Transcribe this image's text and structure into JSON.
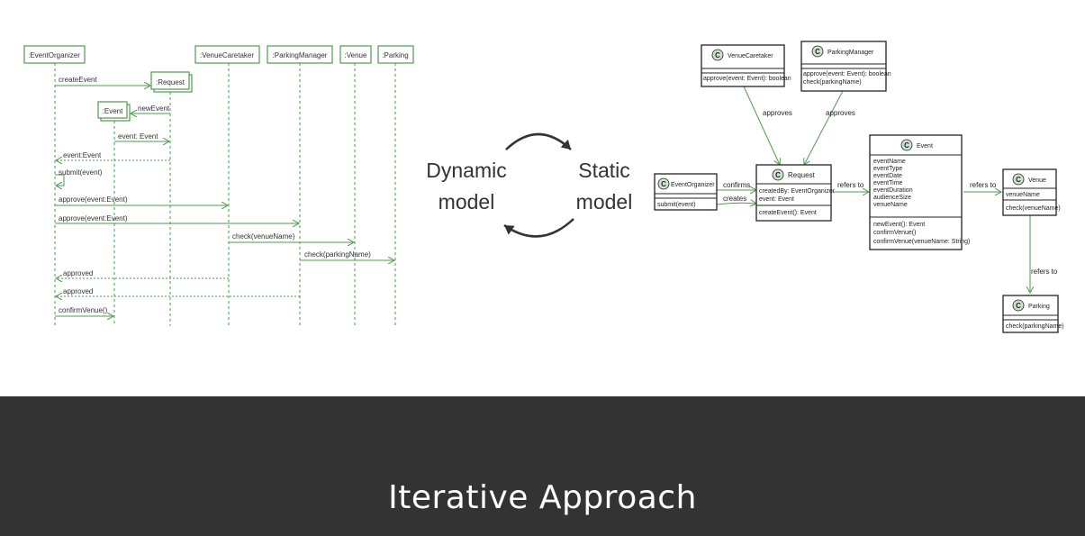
{
  "sequence": {
    "lifelines": [
      ":EventOrganizer",
      ":VenueCaretaker",
      ":ParkingManager",
      ":Venue",
      ":Parking"
    ],
    "created": [
      ":Request",
      ":Event"
    ],
    "messages": [
      "createEvent",
      "newEvent",
      "event: Event",
      "event:Event",
      "submit(event)",
      "approve(event:Event)",
      "approve(event:Event)",
      "check(venueName)",
      "check(parkingName)",
      "approved",
      "approved",
      "confirmVenue()"
    ]
  },
  "center": {
    "left_label": [
      "Dynamic",
      "model"
    ],
    "right_label": [
      "Static",
      "model"
    ]
  },
  "classes": {
    "venue_caretaker": {
      "name": "VenueCaretaker",
      "attributes": [],
      "methods": [
        "approve(event: Event): boolean"
      ]
    },
    "parking_manager": {
      "name": "ParkingManager",
      "attributes": [],
      "methods": [
        "approve(event: Event): boolean",
        "check(parkingName)"
      ]
    },
    "event_organizer": {
      "name": "EventOrganizer",
      "attributes": [],
      "methods": [
        "submit(event)"
      ]
    },
    "request": {
      "name": "Request",
      "attributes": [
        "createdBy: EventOrganizer",
        "event: Event"
      ],
      "methods": [
        "createEvent(): Event"
      ]
    },
    "event": {
      "name": "Event",
      "attributes": [
        "eventName",
        "eventType",
        "eventDate",
        "eventTime",
        "eventDuration",
        "audienceSize",
        "venueName"
      ],
      "methods": [
        "newEvent(): Event",
        "confirmVenue()",
        "confirmVenue(venueName: String)"
      ]
    },
    "venue": {
      "name": "Venue",
      "attributes": [
        "venueName"
      ],
      "methods": [
        "check(venueName)"
      ]
    },
    "parking": {
      "name": "Parking",
      "attributes": [],
      "methods": [
        "check(parkingName)"
      ]
    }
  },
  "relations": {
    "approves_1": "approves",
    "approves_2": "approves",
    "confirms": "confirms",
    "creates": "creates",
    "refers_to_1": "refers to",
    "refers_to_2": "refers to",
    "refers_to_3": "refers to"
  },
  "class_badge": "C",
  "caption": "Iterative Approach",
  "colors": {
    "line": "#4f9a4f",
    "box_border": "#4f9a4f",
    "dark_bar": "#333333"
  }
}
